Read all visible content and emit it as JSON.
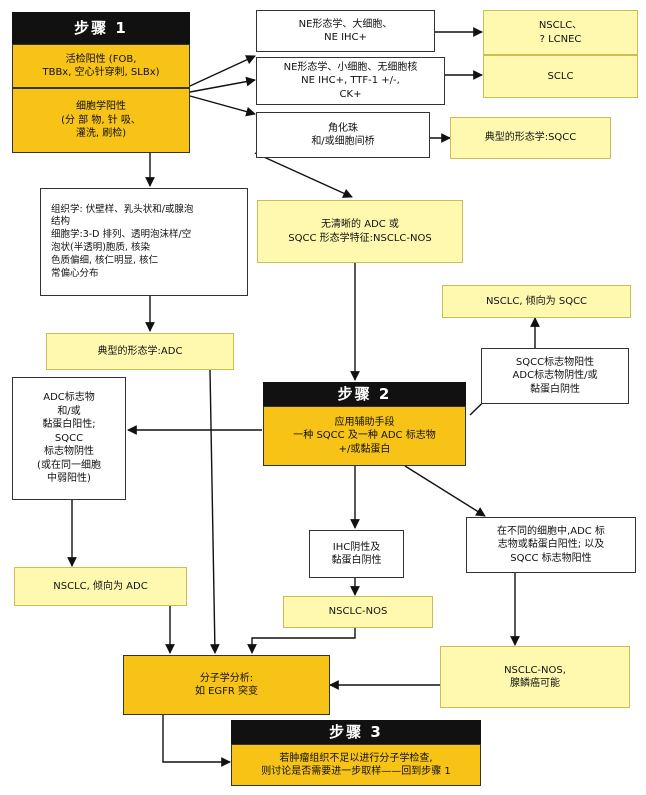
{
  "step1": {
    "title": "步骤 1",
    "biopsy": "活检阳性 (FOB,\nTBBx, 空心针穿刺, SLBx)",
    "cytology": "细胞学阳性\n(分 部 物, 针 吸、\n灌洗, 刷检)"
  },
  "ne_large": "NE形态学、大细胞、\nNE IHC+",
  "ne_small": "NE形态学、小细胞、无细胞核\nNE IHC+, TTF-1 +/-,\nCK+",
  "keratin": "角化珠\n和/或细胞间桥",
  "nsclc_lcnec": "NSCLC、\n? LCNEC",
  "sclc": "SCLC",
  "typical_sqcc": "典型的形态学:SQCC",
  "histology": "组织学: 伏壁样、乳头状和/或腺泡\n结构\n细胞学:3-D 排列、透明泡沫样/空\n泡状(半透明)胞质, 核染\n色质偏细, 核仁明显, 核仁\n常偏心分布",
  "nos_initial": "无清晰的 ADC 或\nSQCC 形态学特征:NSCLC-NOS",
  "nsclc_favor_sqcc": "NSCLC, 倾向为 SQCC",
  "typical_adc": "典型的形态学:ADC",
  "sqcc_markers": "SQCC标志物阳性\nADC标志物阴性/或\n黏蛋白阴性",
  "adc_markers": "ADC标志物\n和/或\n黏蛋白阳性;\nSQCC\n标志物阴性\n(或在同一细胞\n中弱阳性)",
  "step2": {
    "title": "步骤 2",
    "body": "应用辅助手段\n一种 SQCC 及一种 ADC 标志物\n+/或黏蛋白"
  },
  "different_cells": "在不同的细胞中,ADC 标\n志物或黏蛋白阳性; 以及\nSQCC 标志物阳性",
  "ihc_negative": "IHC阴性及\n黏蛋白阴性",
  "nsclc_favor_adc": "NSCLC, 倾向为 ADC",
  "nsclc_nos": "NSCLC-NOS",
  "nsclc_nos_adenosq": "NSCLC-NOS,\n腺鳞癌可能",
  "molecular": "分子学分析:\n如 EGFR 突变",
  "step3": {
    "title": "步骤 3",
    "body": "若肿瘤组织不足以进行分子学检查,\n则讨论是否需要进一步取样——回到步骤 1"
  }
}
